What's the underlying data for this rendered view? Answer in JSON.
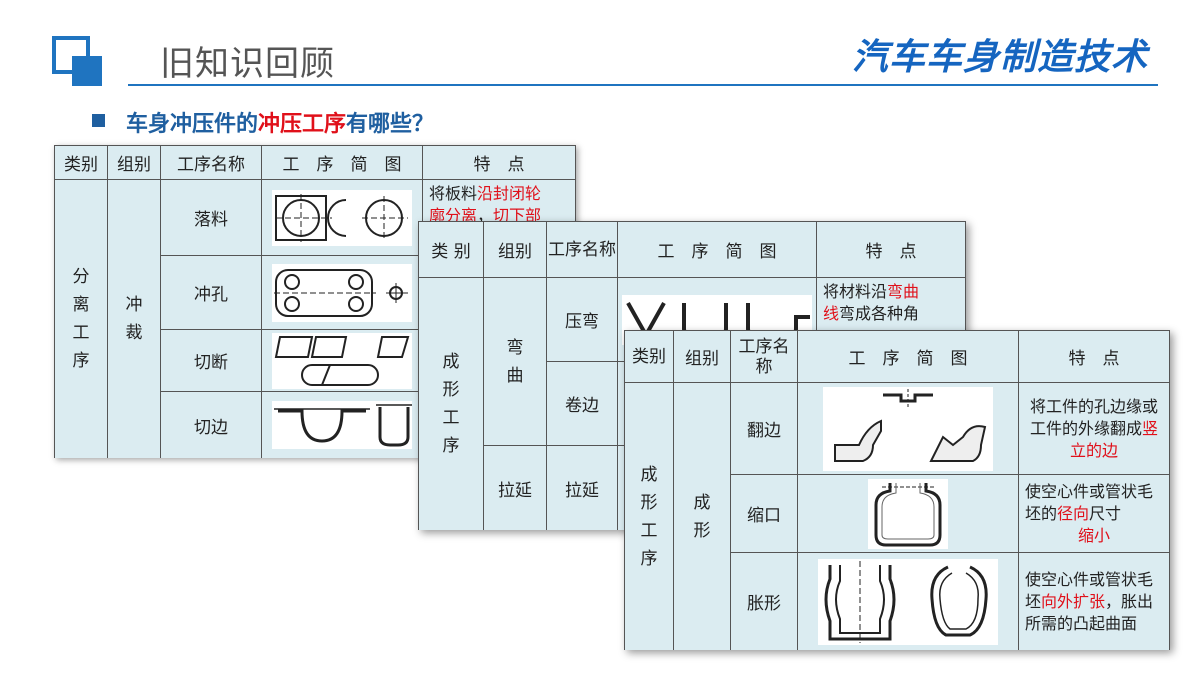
{
  "header": {
    "section_title": "旧知识回顾",
    "brand_title": "汽车车身制造技术"
  },
  "question": {
    "prefix": "车身冲压件的",
    "highlight": "冲压工序",
    "suffix": "有哪些？"
  },
  "table1": {
    "headers": [
      "类别",
      "组别",
      "工序名称",
      "工　序　简　图",
      "特　点"
    ],
    "category": [
      "分",
      "离",
      "工",
      "序"
    ],
    "group": [
      "冲",
      "裁"
    ],
    "rows": [
      "落料",
      "冲孔",
      "切断",
      "切边"
    ],
    "feature_prefix": "将板料",
    "feature_red1": "沿封闭轮",
    "feature_red2": "廓分离",
    "feature_mid": "，",
    "feature_red3": "切下部"
  },
  "table2": {
    "headers": [
      "类 别",
      "组别",
      "工序名称",
      "工　序　简　图",
      "特　点"
    ],
    "category": [
      "成",
      "形",
      "工",
      "序"
    ],
    "group_bend": [
      "弯",
      "曲"
    ],
    "group_draw": "拉延",
    "rows": [
      "压弯",
      "卷边",
      "拉延"
    ],
    "feature_prefix": "将材料沿",
    "feature_red1": "弯曲",
    "feature_red2": "线",
    "feature_suffix": "弯成各种角"
  },
  "table3": {
    "headers": [
      "类别",
      "组别",
      "工序名称",
      "工　序　简　图",
      "特　点"
    ],
    "category": [
      "成",
      "形",
      "工",
      "序"
    ],
    "group": [
      "成",
      "形"
    ],
    "rows": [
      {
        "name": "翻边",
        "f1": "将工件的孔边缘或工件的外缘翻成",
        "f_red": "竖立的边",
        "f2": ""
      },
      {
        "name": "缩口",
        "f1": "使空心件或管状毛坯的",
        "f_red": "径向",
        "f2": "尺寸",
        "f_red2": "缩小"
      },
      {
        "name": "胀形",
        "f1": "使空心件或管状毛坯",
        "f_red": "向外扩张",
        "f2": "，胀出所需的凸起曲面"
      }
    ]
  },
  "colors": {
    "accent": "#1f74c0",
    "brand": "#1565c0",
    "highlight": "#e0101a",
    "table_bg": "#dbecf1"
  }
}
